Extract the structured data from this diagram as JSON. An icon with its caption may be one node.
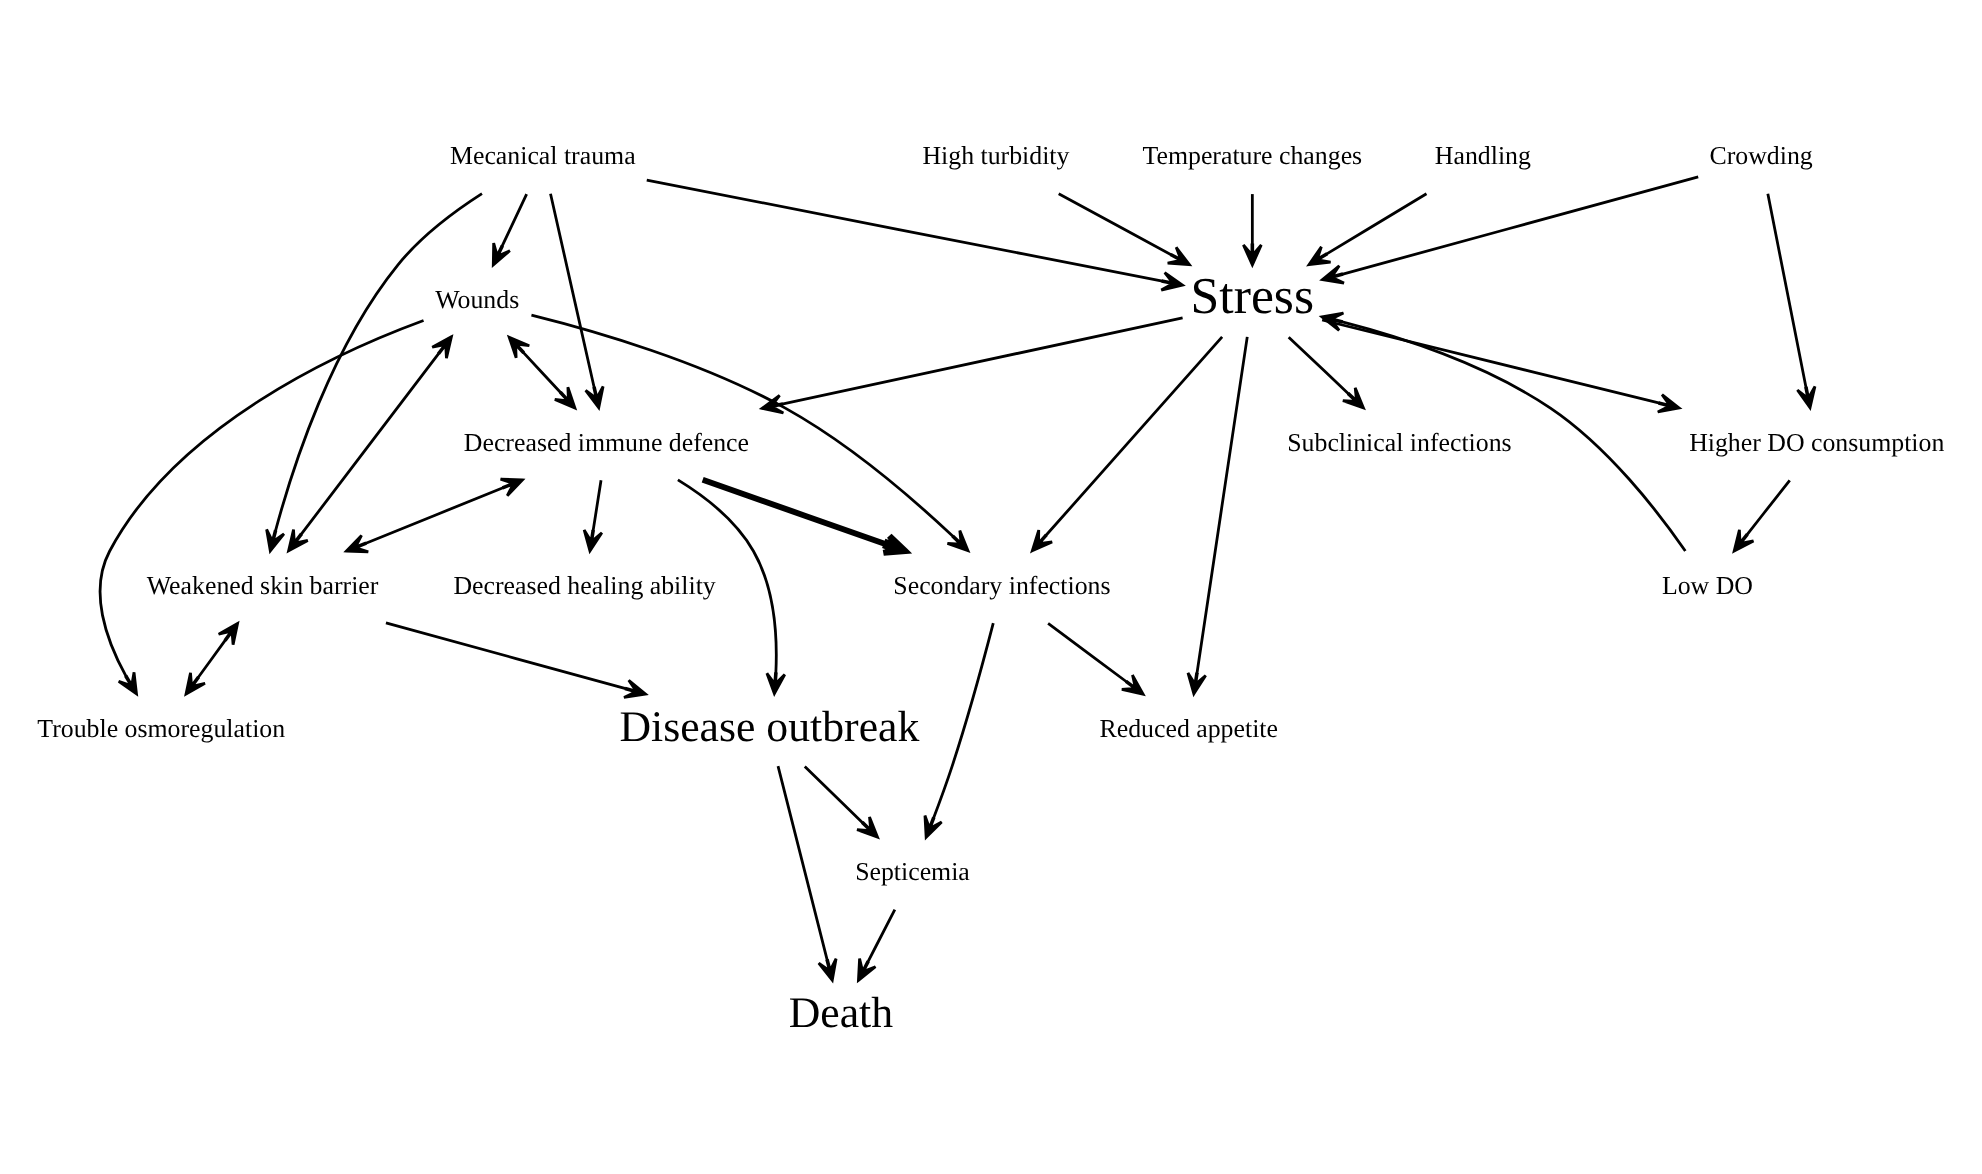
{
  "diagram": {
    "nodes": [
      {
        "text": [
          "High turbidity"
        ]
      },
      {
        "text": [
          "Temperature changes"
        ]
      },
      {
        "text": [
          "Subclinical infections"
        ]
      },
      {
        "text": [
          "Decreased immune defence"
        ]
      },
      {
        "text": [
          "Decreased healing ability"
        ]
      },
      {
        "text": [
          "Handling"
        ]
      },
      {
        "text": [
          "Stress"
        ]
      },
      {
        "text": [
          "Weakened skin barrier"
        ]
      },
      {
        "text": [
          "Disease outbreak"
        ]
      },
      {
        "text": [
          "Crowding"
        ]
      },
      {
        "text": [
          "Mecanical trauma"
        ]
      },
      {
        "text": [
          "Trouble osmoregulation"
        ]
      },
      {
        "text": [
          "Low DO"
        ]
      },
      {
        "text": [
          "Higher DO consumption"
        ]
      },
      {
        "text": [
          "Secondary infections"
        ]
      },
      {
        "text": [
          "Wounds"
        ]
      },
      {
        "text": [
          "Septicemia"
        ]
      },
      {
        "text": [
          "Reduced appetite"
        ]
      },
      {
        "text": [
          "Death"
        ]
      }
    ],
    "edges": [
      {
        "from": 0,
        "to": 6,
        "arrow": "to"
      },
      {
        "from": 1,
        "to": 6,
        "arrow": "to"
      },
      {
        "from": 5,
        "to": 6,
        "arrow": "to"
      },
      {
        "from": 9,
        "to": 6,
        "arrow": "to"
      },
      {
        "from": 6,
        "to": 2,
        "arrow": "to"
      },
      {
        "from": 6,
        "to": 3,
        "arrow": "to"
      },
      {
        "from": 10,
        "to": 6,
        "arrow": "to"
      },
      {
        "from": 6,
        "to": 13,
        "arrow": "to"
      },
      {
        "from": 12,
        "to": 6,
        "arrow": "to"
      },
      {
        "from": 13,
        "to": 12,
        "arrow": "to"
      },
      {
        "from": 9,
        "to": 13,
        "arrow": "to"
      },
      {
        "from": 6,
        "to": 17,
        "arrow": "to"
      },
      {
        "from": 6,
        "to": 14,
        "arrow": "to"
      },
      {
        "from": 14,
        "to": 17,
        "arrow": "to"
      },
      {
        "from": 3,
        "to": 14,
        "arrow": "to",
        "style": "thick"
      },
      {
        "from": 3,
        "to": 4,
        "arrow": "to"
      },
      {
        "from": 3,
        "to": 8,
        "arrow": "to"
      },
      {
        "from": 3,
        "to": 7,
        "arrow": "both"
      },
      {
        "from": 10,
        "to": 3,
        "arrow": "to"
      },
      {
        "from": 10,
        "to": 7,
        "arrow": "to"
      },
      {
        "from": 10,
        "to": 15,
        "arrow": "to"
      },
      {
        "from": 15,
        "to": 3,
        "arrow": "both"
      },
      {
        "from": 15,
        "to": 7,
        "arrow": "both"
      },
      {
        "from": 7,
        "to": 11,
        "arrow": "both"
      },
      {
        "from": 7,
        "to": 8,
        "arrow": "to"
      },
      {
        "from": 15,
        "to": 11,
        "arrow": "to"
      },
      {
        "from": 15,
        "to": 14,
        "arrow": "to"
      },
      {
        "from": 14,
        "to": 16,
        "arrow": "to"
      },
      {
        "from": 8,
        "to": 16,
        "arrow": "to"
      },
      {
        "from": 8,
        "to": 18,
        "arrow": "to"
      },
      {
        "from": 16,
        "to": 18,
        "arrow": "to"
      }
    ]
  }
}
